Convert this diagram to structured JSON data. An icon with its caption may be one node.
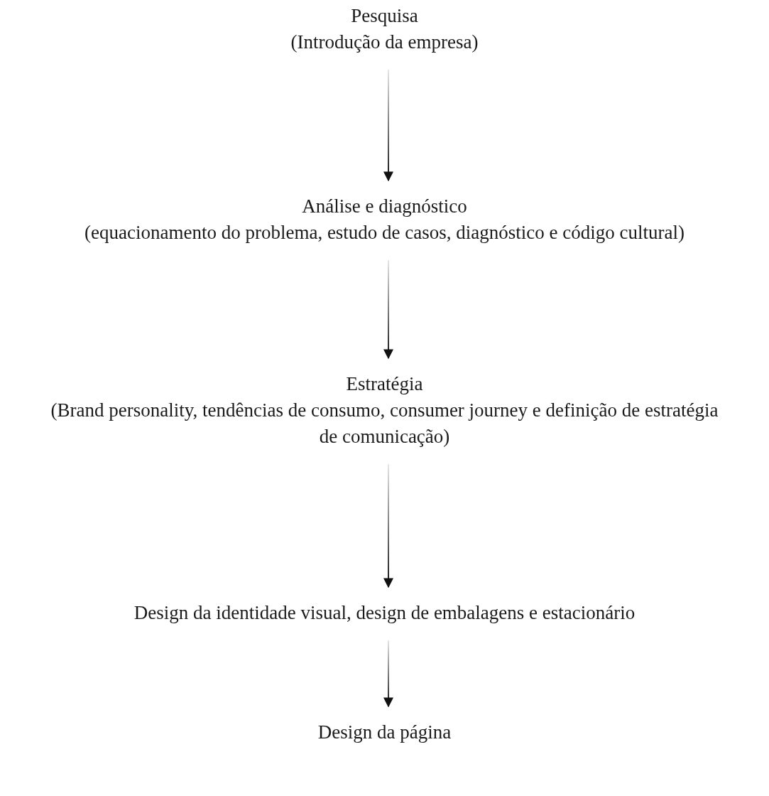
{
  "diagram": {
    "nodes": [
      {
        "text": [
          "Pesquisa",
          "(Introdução da empresa)"
        ]
      },
      {
        "text": [
          "Análise e diagnóstico",
          "(equacionamento do problema, estudo de casos, diagnóstico e código cultural)"
        ]
      },
      {
        "text": [
          "Estratégia",
          "(Brand personality, tendências de consumo, consumer journey e definição de estratégia de comunicação)"
        ]
      },
      {
        "text": [
          "Design da identidade visual, design de embalagens e estacionário"
        ]
      },
      {
        "text": [
          "Design da página"
        ]
      }
    ],
    "edges": [
      {
        "from": 0,
        "to": 1,
        "arrow": "to"
      },
      {
        "from": 1,
        "to": 2,
        "arrow": "to"
      },
      {
        "from": 2,
        "to": 3,
        "arrow": "to"
      },
      {
        "from": 3,
        "to": 4,
        "arrow": "to"
      }
    ]
  }
}
